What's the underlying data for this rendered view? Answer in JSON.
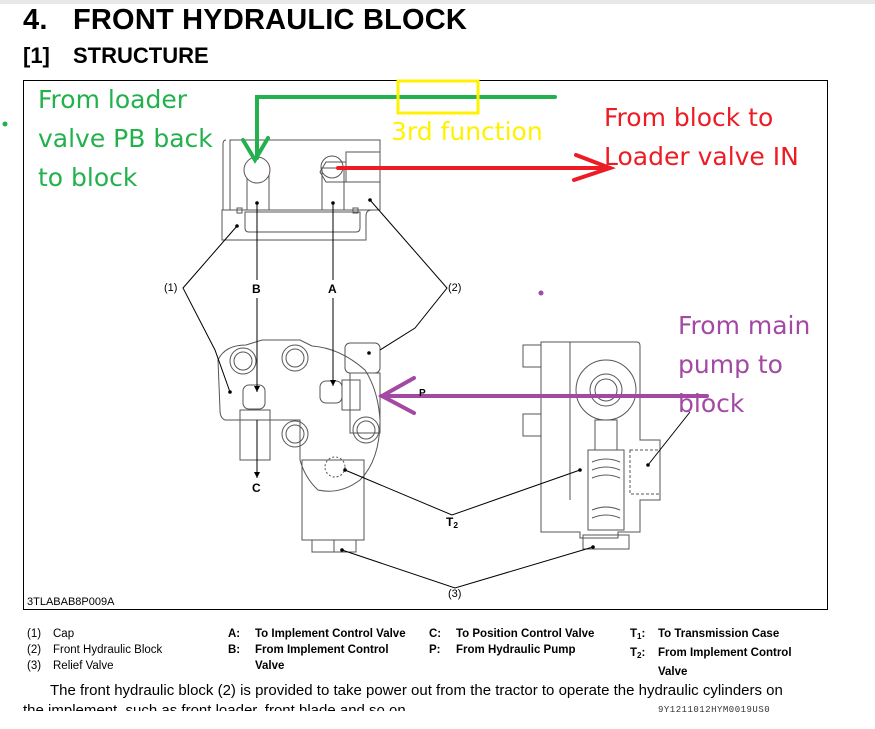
{
  "page": {
    "section_number": "4.",
    "section_title": "FRONT HYDRAULIC BLOCK",
    "subsection_number": "[1]",
    "subsection_title": "STRUCTURE"
  },
  "figure": {
    "id": "3TLABAB8P009A",
    "callouts": {
      "cap": "(1)",
      "block": "(2)",
      "relief": "(3)",
      "port_b": "B",
      "port_a": "A",
      "port_c": "C",
      "port_p": "P",
      "port_t2_letter": "T",
      "port_t2_sub": "2"
    },
    "annotations": {
      "green_lines": [
        "From loader",
        "valve PB back",
        "to block"
      ],
      "yellow": "3rd function",
      "red_lines": [
        "From block to",
        "Loader valve IN"
      ],
      "purple_lines": [
        "From main",
        "pump to",
        "block"
      ]
    },
    "annotation_colors": {
      "green": "#22b14c",
      "red": "#ed1c24",
      "yellow": "#fff200",
      "purple": "#a349a4"
    }
  },
  "legend": {
    "parts": [
      {
        "key": "(1)",
        "label": "Cap"
      },
      {
        "key": "(2)",
        "label": "Front Hydraulic Block"
      },
      {
        "key": "(3)",
        "label": "Relief Valve"
      }
    ],
    "ports_col1": [
      {
        "key": "A:",
        "label": "To Implement Control Valve"
      },
      {
        "key": "B:",
        "label": "From Implement Control",
        "label2": "Valve"
      }
    ],
    "ports_col2": [
      {
        "key": "C:",
        "label": "To Position Control Valve"
      },
      {
        "key": "P:",
        "label": "From Hydraulic Pump"
      }
    ],
    "ports_col3": [
      {
        "key_letter": "T",
        "key_sub": "1",
        "key_colon": ":",
        "label": "To Transmission Case"
      },
      {
        "key_letter": "T",
        "key_sub": "2",
        "key_colon": ":",
        "label": "From Implement Control",
        "label2": "Valve"
      }
    ]
  },
  "body": {
    "line1": "The front hydraulic block (2) is provided to take power out from the tractor to operate the hydraulic cylinders on",
    "line2": "the implement, such as front loader, front blade and so on.",
    "doc_code": "9Y1211012HYM0019US0"
  }
}
